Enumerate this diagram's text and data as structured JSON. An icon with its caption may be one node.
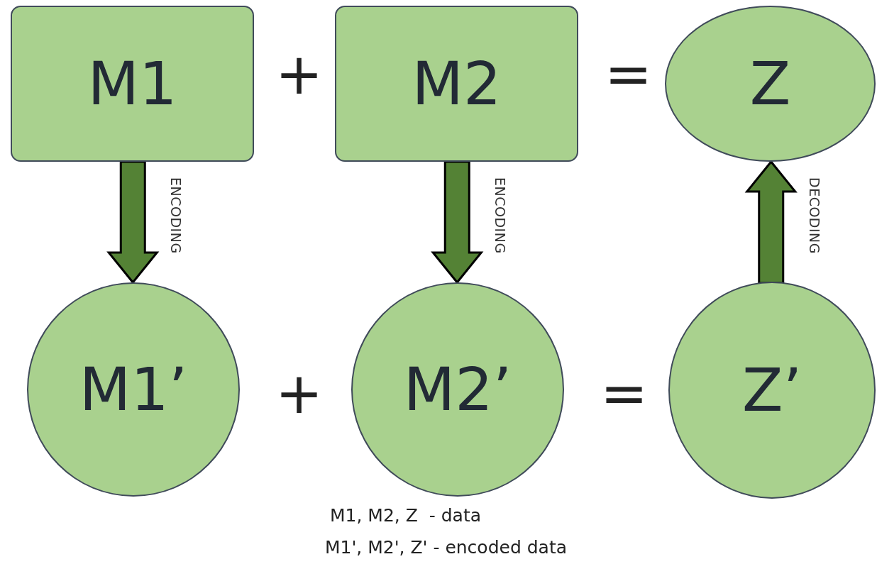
{
  "diagram": {
    "nodes": [
      {
        "text": [
          "M1"
        ]
      },
      {
        "text": [
          "M2"
        ]
      },
      {
        "text": [
          "Z"
        ]
      },
      {
        "text": [
          "M1’"
        ]
      },
      {
        "text": [
          "M2’"
        ]
      },
      {
        "text": [
          "Z’"
        ]
      }
    ],
    "edges": [
      {
        "from": 0,
        "to": 3,
        "arrow": "to",
        "label": "ENCODING",
        "style": "thick"
      },
      {
        "from": 1,
        "to": 4,
        "arrow": "to",
        "label": "ENCODING",
        "style": "thick"
      },
      {
        "from": 5,
        "to": 2,
        "arrow": "to",
        "label": "DECODING",
        "style": "thick"
      }
    ],
    "labels": [
      "+",
      "=",
      "+",
      "=",
      "M1, M2, Z  - data",
      "M1', M2', Z' - encoded data"
    ]
  }
}
